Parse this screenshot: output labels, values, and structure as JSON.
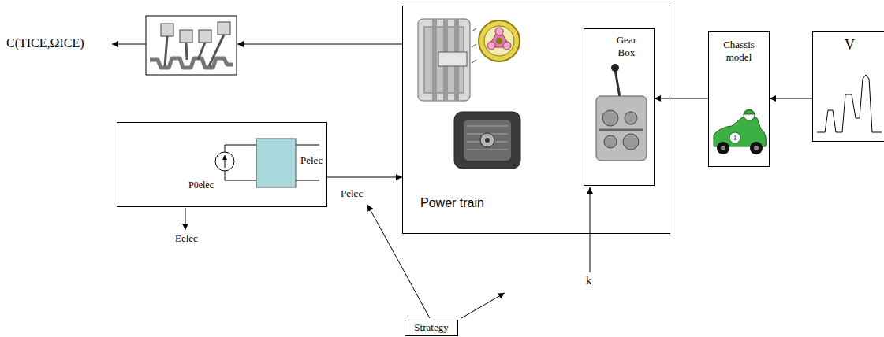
{
  "diagram": {
    "nodes": [
      {
        "text": [
          "Power train"
        ]
      },
      {
        "text": [
          "Gear Box"
        ],
        "in": 0
      },
      {
        "text": [
          "Chassis model"
        ]
      },
      {
        "text": [
          "V"
        ]
      },
      {
        "text": [
          "P0elec",
          "Pelec"
        ]
      },
      {
        "text": [
          "Strategy"
        ]
      }
    ],
    "edges": [
      {
        "from": 3,
        "to": 2,
        "arrow": "to"
      },
      {
        "from": 2,
        "to": 1,
        "arrow": "to"
      },
      {
        "from": 4,
        "to": 0,
        "arrow": "to"
      }
    ],
    "labels": [
      "C(TICE,ΩICE)",
      "Pelec",
      "Eelec",
      "k",
      "1"
    ]
  }
}
